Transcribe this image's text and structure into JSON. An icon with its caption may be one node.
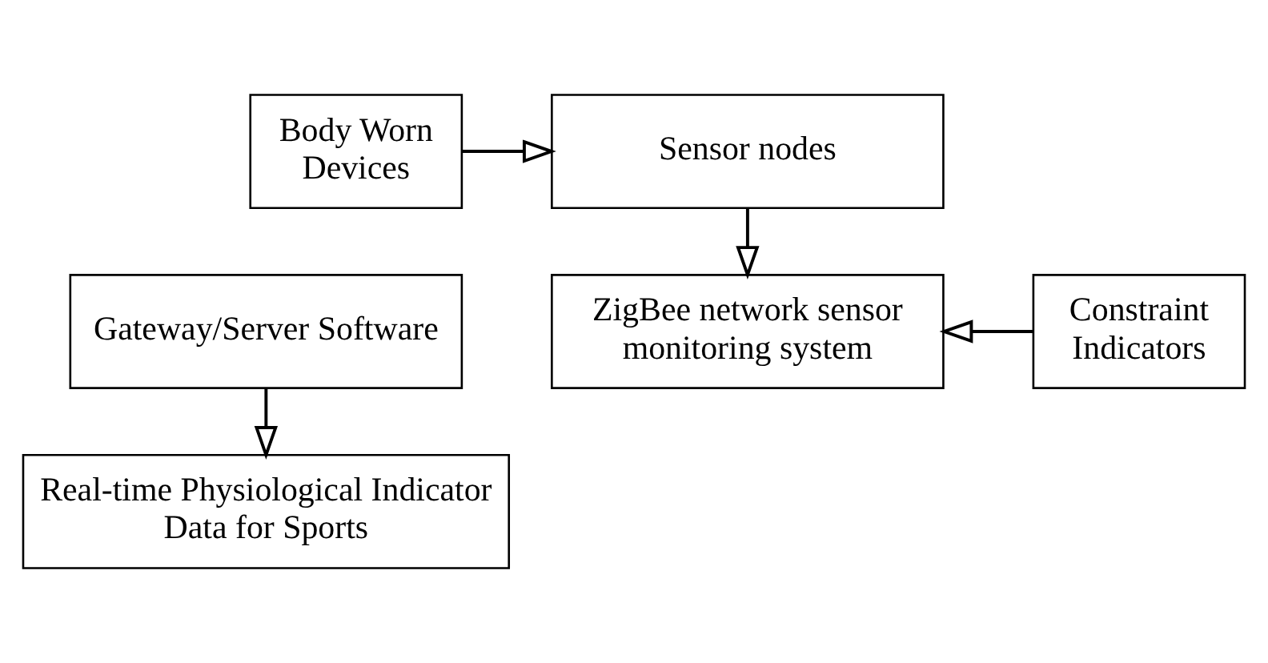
{
  "diagram": {
    "nodes": [
      {
        "text": [
          "Real-time Physiological Indicator Data for Sports"
        ]
      },
      {
        "text": [
          "Gateway/Server Software"
        ]
      },
      {
        "text": [
          "ZigBee network sensor monitoring system"
        ]
      },
      {
        "text": [
          "Constraint Indicators"
        ]
      },
      {
        "text": [
          "Body Worn Devices"
        ]
      },
      {
        "text": [
          "Sensor nodes"
        ]
      }
    ],
    "edges": [
      {
        "from": 1,
        "to": 0,
        "arrow": "to"
      },
      {
        "from": 3,
        "to": 2,
        "arrow": "to"
      },
      {
        "from": 5,
        "to": 2,
        "arrow": "to"
      },
      {
        "from": 4,
        "to": 5,
        "arrow": "to"
      }
    ]
  }
}
